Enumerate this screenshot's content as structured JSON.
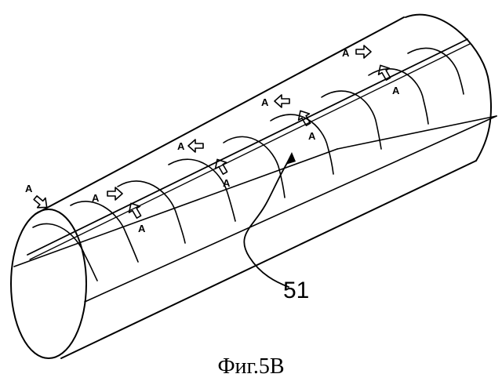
{
  "figure": {
    "caption": "Фиг.5В",
    "reference_numeral": "51",
    "flow_label": "A"
  }
}
